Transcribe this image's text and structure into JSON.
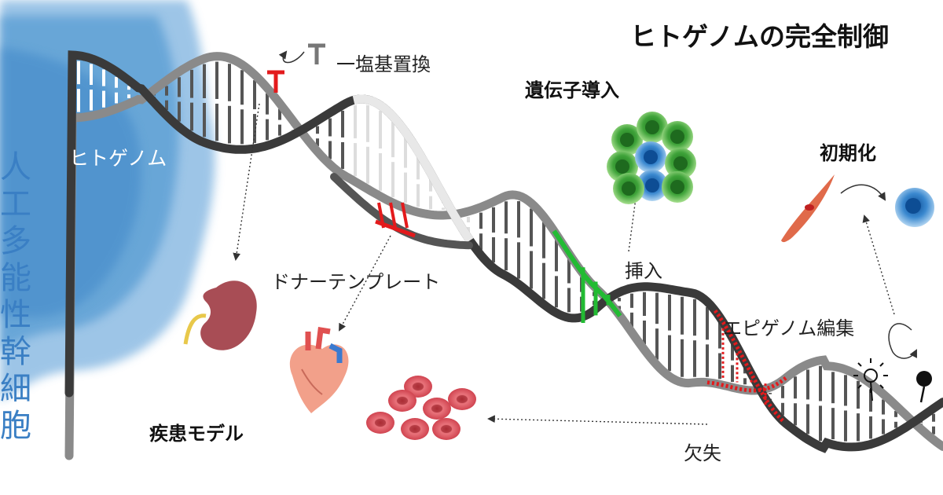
{
  "title": "ヒトゲノムの完全制御",
  "labels": {
    "human_genome": "ヒトゲノム",
    "single_base": "一塩基置換",
    "gene_transfer": "遺伝子導入",
    "reprogramming": "初期化",
    "insertion": "挿入",
    "donor_template": "ドナーテンプレート",
    "epigenome_editing": "エピゲノム編集",
    "disease_model": "疾患モデル",
    "deletion": "欠失"
  },
  "vertical_text": [
    "人",
    "工",
    "多",
    "能",
    "性",
    "幹",
    "細",
    "胞"
  ],
  "colors": {
    "watercolor_blue": "#5b9fd4",
    "strand_dark": "#3a3a3a",
    "strand_gray": "#8a8a8a",
    "highlight_red": "#e31a1c",
    "highlight_green": "#22bb33",
    "cell_green": "#2e8b2e",
    "cell_blue": "#1e6fb8"
  },
  "icons": [
    "kidney-icon",
    "heart-icon",
    "red-blood-cells-icon",
    "cell-cluster-icon",
    "fibroblast-icon",
    "ips-cell-icon",
    "methyl-cap-icon",
    "sun-symbol-icon",
    "rotate-arrow-icon"
  ]
}
